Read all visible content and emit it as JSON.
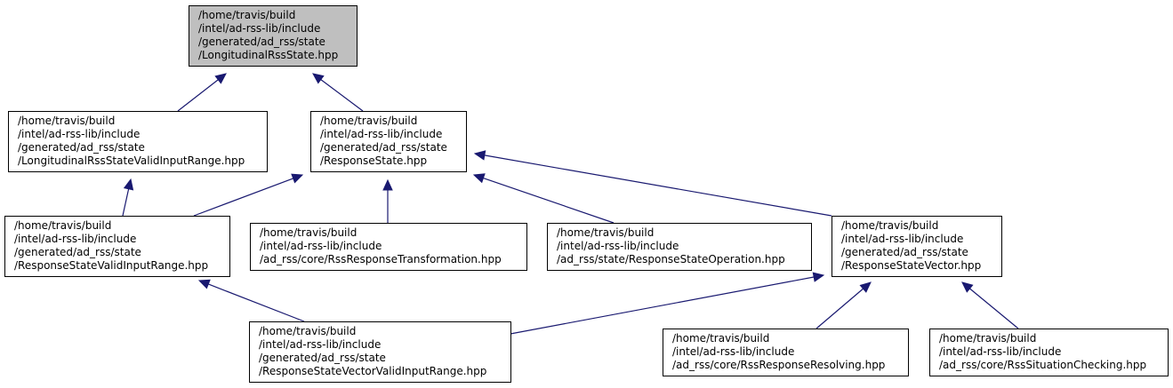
{
  "graph": {
    "nodes": [
      {
        "id": "n1",
        "root": true,
        "lines": [
          "/home/travis/build",
          "/intel/ad-rss-lib/include",
          "/generated/ad_rss/state",
          "/LongitudinalRssState.hpp"
        ]
      },
      {
        "id": "n2",
        "lines": [
          "/home/travis/build",
          "/intel/ad-rss-lib/include",
          "/generated/ad_rss/state",
          "/LongitudinalRssStateValidInputRange.hpp"
        ]
      },
      {
        "id": "n3",
        "lines": [
          "/home/travis/build",
          "/intel/ad-rss-lib/include",
          "/generated/ad_rss/state",
          "/ResponseState.hpp"
        ]
      },
      {
        "id": "n4",
        "lines": [
          "/home/travis/build",
          "/intel/ad-rss-lib/include",
          "/generated/ad_rss/state",
          "/ResponseStateValidInputRange.hpp"
        ]
      },
      {
        "id": "n5",
        "lines": [
          "/home/travis/build",
          "/intel/ad-rss-lib/include",
          "/ad_rss/core/RssResponseTransformation.hpp"
        ]
      },
      {
        "id": "n6",
        "lines": [
          "/home/travis/build",
          "/intel/ad-rss-lib/include",
          "/ad_rss/state/ResponseStateOperation.hpp"
        ]
      },
      {
        "id": "n7",
        "lines": [
          "/home/travis/build",
          "/intel/ad-rss-lib/include",
          "/generated/ad_rss/state",
          "/ResponseStateVector.hpp"
        ]
      },
      {
        "id": "n8",
        "lines": [
          "/home/travis/build",
          "/intel/ad-rss-lib/include",
          "/generated/ad_rss/state",
          "/ResponseStateVectorValidInputRange.hpp"
        ]
      },
      {
        "id": "n9",
        "lines": [
          "/home/travis/build",
          "/intel/ad-rss-lib/include",
          "/ad_rss/core/RssResponseResolving.hpp"
        ]
      },
      {
        "id": "n10",
        "lines": [
          "/home/travis/build",
          "/intel/ad-rss-lib/include",
          "/ad_rss/core/RssSituationChecking.hpp"
        ]
      }
    ],
    "edges": [
      {
        "from": "n2",
        "to": "n1"
      },
      {
        "from": "n3",
        "to": "n1"
      },
      {
        "from": "n4",
        "to": "n2"
      },
      {
        "from": "n4",
        "to": "n3"
      },
      {
        "from": "n5",
        "to": "n3"
      },
      {
        "from": "n6",
        "to": "n3"
      },
      {
        "from": "n7",
        "to": "n3"
      },
      {
        "from": "n8",
        "to": "n4"
      },
      {
        "from": "n8",
        "to": "n7"
      },
      {
        "from": "n9",
        "to": "n7"
      },
      {
        "from": "n10",
        "to": "n7"
      }
    ],
    "colors": {
      "edge": "#191970",
      "root_fill": "#bfbfbf",
      "node_fill": "#ffffff",
      "node_border": "#000000"
    }
  }
}
